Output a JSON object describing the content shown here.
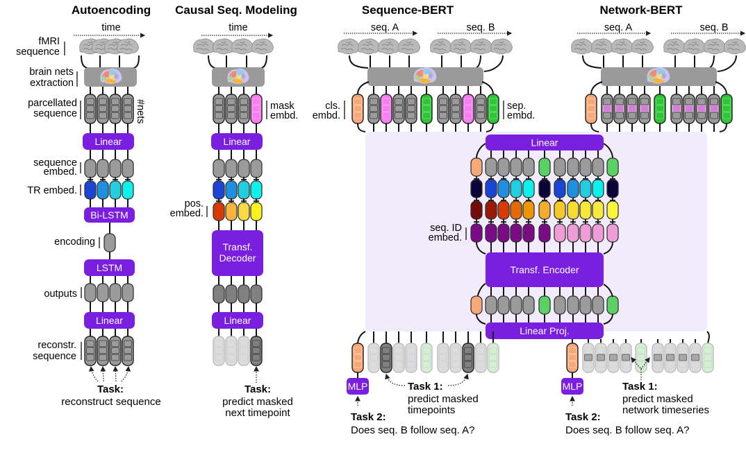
{
  "colors": {
    "block": "#7a1fe0",
    "panel": "#f1ebfc",
    "extract": "#9a9a9a",
    "token_gray": "#9b9b9b",
    "token_dark": "#808080",
    "faded": "#dcdcdc",
    "cls": "#f7a878",
    "sep": "#2fc636",
    "sep_light": "#5cd163",
    "mask": "#f77ef0",
    "net_mask": "#d87ad9",
    "faded_green": "#d3f0d3",
    "tr": [
      "#1b45d4",
      "#1f8fe0",
      "#22cde0",
      "#0df0ec"
    ],
    "pos_causal": [
      "#d63a05",
      "#f9b43e",
      "#fbda48",
      "#fbf21f"
    ],
    "tr_bert": [
      "#0b0438",
      "#1b45d4",
      "#1f8fe0",
      "#22cde0",
      "#0df0ec",
      "#0b0438",
      "#1b45d4",
      "#1f8fe0",
      "#22cde0",
      "#0df0ec",
      "#0b0438"
    ],
    "pos_bert": [
      "#760a0a",
      "#9a1a05",
      "#d83a05",
      "#e36a05",
      "#ee9504",
      "#f3ad2d",
      "#f5c92a",
      "#f8dc33",
      "#f8e638",
      "#f5ea40",
      "#fbf63c"
    ],
    "seqid_bert": [
      "#7b0a85",
      "#7b0a85",
      "#7b0a85",
      "#7b0a85",
      "#7b0a85",
      "#7b0a85",
      "#ef9dd6",
      "#ef9dd6",
      "#ef9dd6",
      "#ef9dd6",
      "#ef9dd6"
    ]
  },
  "panels": {
    "autoencoding": {
      "title": "Autoencoding",
      "time_label": "time",
      "labels": {
        "fmri_1": "fMRI",
        "fmri_2": "sequence",
        "extract_1": "brain nets",
        "extract_2": "extraction",
        "parcel_1": "parcellated",
        "parcel_2": "sequence",
        "nets": "#nets",
        "seq_embed_1": "sequence",
        "seq_embed_2": "embed.",
        "tr_embed": "TR embed.",
        "encoding": "encoding",
        "outputs": "outputs",
        "recon_1": "reconstr.",
        "recon_2": "sequence"
      },
      "blocks": {
        "linear1": "Linear",
        "bilstm": "Bi-LSTM",
        "lstm": "LSTM",
        "linear2": "Linear"
      },
      "task_title": "Task:",
      "task_text": "reconstruct sequence"
    },
    "causal": {
      "title": "Causal Seq. Modeling",
      "time_label": "time",
      "labels": {
        "mask_1": "mask",
        "mask_2": "embd.",
        "pos_1": "pos.",
        "pos_2": "embed."
      },
      "blocks": {
        "linear1": "Linear",
        "decoder_1": "Transf.",
        "decoder_2": "Decoder",
        "linear2": "Linear"
      },
      "task_title": "Task:",
      "task_text_1": "predict masked",
      "task_text_2": "next timepoint"
    },
    "seqbert": {
      "title": "Sequence-BERT",
      "seq_a": "seq. A",
      "seq_b": "seq. B",
      "labels": {
        "cls_1": "cls.",
        "cls_2": "embd.",
        "sep_1": "sep.",
        "sep_2": "embd.",
        "seqid_1": "seq. ID",
        "seqid_2": "embed."
      },
      "mlp": "MLP",
      "task1_title": "Task 1:",
      "task1_text_1": "predict masked",
      "task1_text_2": "timepoints",
      "task2_title": "Task 2:",
      "task2_text": "Does seq. B follow seq. A?"
    },
    "netbert": {
      "title": "Network-BERT",
      "seq_a": "seq. A",
      "seq_b": "seq. B",
      "mlp": "MLP",
      "task1_title": "Task 1:",
      "task1_text_1": "predict masked",
      "task1_text_2": "network timeseries",
      "task2_title": "Task 2:",
      "task2_text": "Does seq. B follow seq. A?"
    },
    "shared": {
      "linear": "Linear",
      "encoder": "Transf. Encoder",
      "linear_proj": "Linear Proj."
    }
  }
}
